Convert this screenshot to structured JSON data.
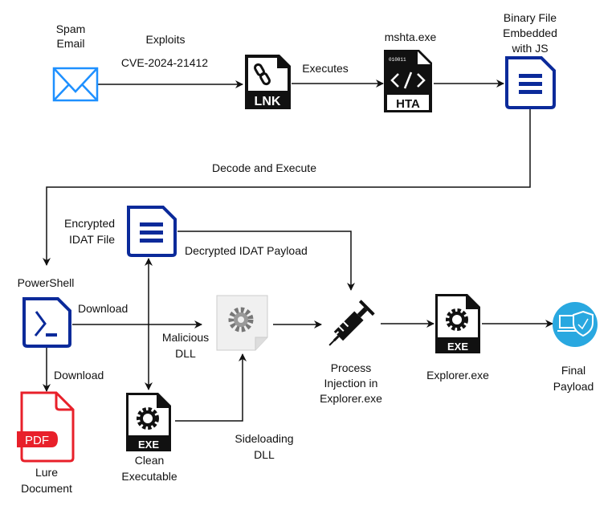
{
  "nodes": {
    "spam_email": {
      "line1": "Spam",
      "line2": "Email"
    },
    "lnk": {
      "badge": "LNK"
    },
    "mshta": {
      "label": "mshta.exe",
      "badge": "HTA",
      "bits": "010011"
    },
    "binary_file": {
      "line1": "Binary File",
      "line2": "Embedded",
      "line3": "with JS"
    },
    "encrypted_idat": {
      "line1": "Encrypted",
      "line2": "IDAT File"
    },
    "powershell": {
      "label": "PowerShell"
    },
    "malicious_dll": {
      "line1": "Malicious",
      "line2": "DLL"
    },
    "process_injection": {
      "line1": "Process",
      "line2": "Injection in",
      "line3": "Explorer.exe"
    },
    "explorer": {
      "label": "Explorer.exe",
      "badge": "EXE"
    },
    "final_payload": {
      "line1": "Final",
      "line2": "Payload"
    },
    "lure_document": {
      "line1": "Lure",
      "line2": "Document",
      "badge": "PDF"
    },
    "clean_executable": {
      "line1": "Clean",
      "line2": "Executable",
      "badge": "EXE"
    }
  },
  "edges": {
    "exploits": "Exploits",
    "cve": "CVE-2024-21412",
    "executes": "Executes",
    "decode_execute": "Decode and Execute",
    "decrypted_payload": "Decrypted IDAT Payload",
    "download_dll": "Download",
    "download_lure": "Download",
    "sideloading": {
      "line1": "Sideloading",
      "line2": "DLL"
    }
  },
  "colors": {
    "email": "#1e90ff",
    "doc_blue": "#0b2a9a",
    "pdf_red": "#e8202a",
    "shield": "#29a8e0",
    "black": "#111111"
  }
}
